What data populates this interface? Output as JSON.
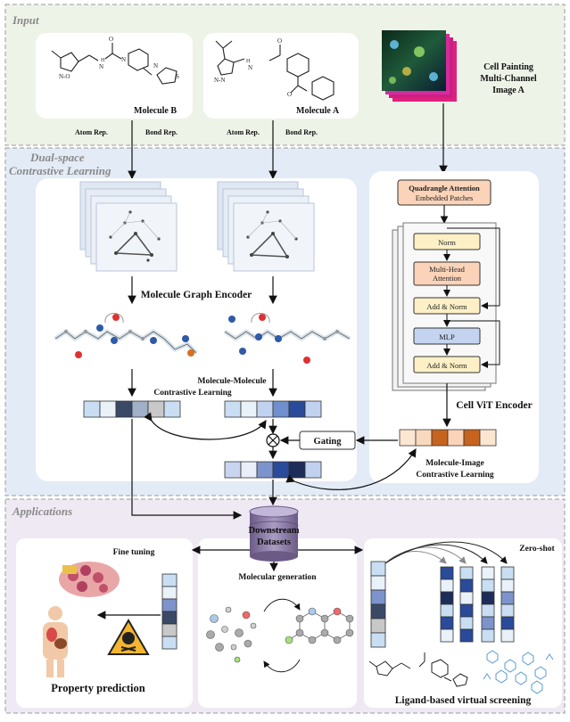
{
  "sections": {
    "input": "Input",
    "dual_space_1": "Dual-space",
    "dual_space_2": "Contrastive Learning",
    "applications": "Applications"
  },
  "input": {
    "molecule_b": "Molecule B",
    "molecule_a": "Molecule A",
    "atom_rep": "Atom Rep.",
    "bond_rep": "Bond Rep.",
    "image_line1": "Cell Painting",
    "image_line2": "Multi-Channel",
    "image_line3": "Image A"
  },
  "encoders": {
    "molecule_graph_encoder": "Molecule Graph Encoder",
    "mol_mol_cl_1": "Molecule-Molecule",
    "mol_mol_cl_2": "Contrastive Learning",
    "gating": "Gating",
    "mol_img_cl_1": "Molecule-Image",
    "mol_img_cl_2": "Contrastive Learning",
    "cell_vit_encoder": "Cell ViT Encoder"
  },
  "vit": {
    "qa_line1": "Quadrangle Attention",
    "qa_line2": "Embedded Patches",
    "norm": "Norm",
    "mha_line1": "Multi-Head",
    "mha_line2": "Attention",
    "add_norm": "Add & Norm",
    "mlp": "MLP"
  },
  "applications": {
    "downstream_1": "Downstream",
    "downstream_2": "Datasets",
    "fine_tuning": "Fine tuning",
    "property_prediction": "Property prediction",
    "molecular_generation": "Molecular generation",
    "zero_shot": "Zero-shot",
    "ligand_screening": "Ligand-based virtual screening"
  },
  "colors": {
    "input_bg": "#eef3e8",
    "dual_bg": "#e3ebf6",
    "app_bg": "#efe9f4",
    "accent_orange": "#fad3b8",
    "accent_blue": "#c4d4f0",
    "dark_navy": "#2a4a8a"
  },
  "icons": [
    "skull-icon",
    "human-body-icon",
    "cell-cluster-icon",
    "database-icon",
    "otimes-icon",
    "microscopy-image-icon"
  ]
}
